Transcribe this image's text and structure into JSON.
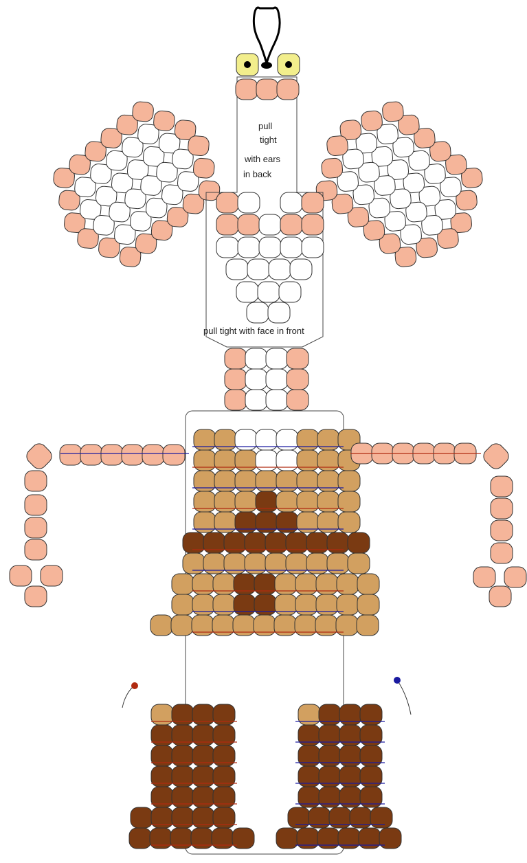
{
  "diagram": {
    "annotations": {
      "ears_line1": "pull",
      "ears_line2": "tight",
      "ears_line3": "with ears",
      "ears_line4": "in back",
      "face": "pull tight with face in front"
    },
    "palette": {
      "skin": "#f5b59a",
      "light_brown": "#d2a060",
      "dark_brown": "#7a3a12",
      "white": "#ffffff",
      "eye": "#f2ee8c",
      "outline": "#333333",
      "thread_red": "#b02a10",
      "thread_blue": "#1a1aa0"
    },
    "parts": [
      "keyring-clasp",
      "eyes",
      "ears",
      "head",
      "neck",
      "body",
      "arms",
      "legs"
    ]
  }
}
